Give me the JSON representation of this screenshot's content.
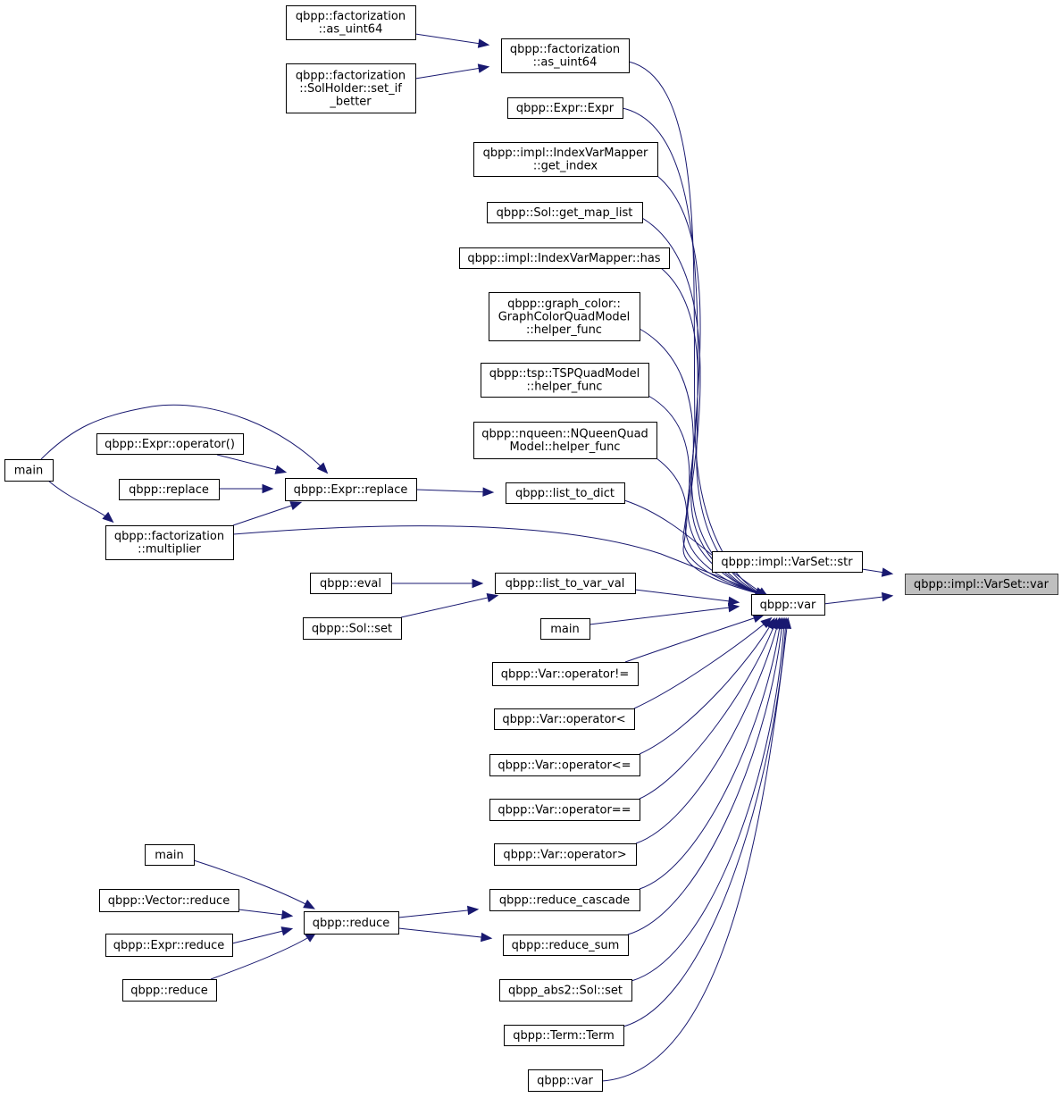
{
  "nodes": [
    {
      "id": "root",
      "lines": [
        "qbpp::impl::VarSet::var"
      ],
      "root": true
    },
    {
      "id": "var_main",
      "lines": [
        "qbpp::var"
      ]
    },
    {
      "id": "varset_str",
      "lines": [
        "qbpp::impl::VarSet::str"
      ]
    },
    {
      "id": "fact_as_uint64",
      "lines": [
        "qbpp::factorization",
        "::as_uint64"
      ]
    },
    {
      "id": "fact_as_uint64_2",
      "lines": [
        "qbpp::factorization",
        "::as_uint64"
      ]
    },
    {
      "id": "fact_set_if_better",
      "lines": [
        "qbpp::factorization",
        "::SolHolder::set_if",
        "_better"
      ]
    },
    {
      "id": "expr_expr",
      "lines": [
        "qbpp::Expr::Expr"
      ]
    },
    {
      "id": "ivm_get_index",
      "lines": [
        "qbpp::impl::IndexVarMapper",
        "::get_index"
      ]
    },
    {
      "id": "sol_get_map_list",
      "lines": [
        "qbpp::Sol::get_map_list"
      ]
    },
    {
      "id": "ivm_has",
      "lines": [
        "qbpp::impl::IndexVarMapper::has"
      ]
    },
    {
      "id": "gc_helper",
      "lines": [
        "qbpp::graph_color::",
        "GraphColorQuadModel",
        "::helper_func"
      ]
    },
    {
      "id": "tsp_helper",
      "lines": [
        "qbpp::tsp::TSPQuadModel",
        "::helper_func"
      ]
    },
    {
      "id": "nq_helper",
      "lines": [
        "qbpp::nqueen::NQueenQuad",
        "Model::helper_func"
      ]
    },
    {
      "id": "list_to_dict",
      "lines": [
        "qbpp::list_to_dict"
      ]
    },
    {
      "id": "expr_replace",
      "lines": [
        "qbpp::Expr::replace"
      ]
    },
    {
      "id": "expr_operator_call",
      "lines": [
        "qbpp::Expr::operator()"
      ]
    },
    {
      "id": "replace",
      "lines": [
        "qbpp::replace"
      ]
    },
    {
      "id": "main_1",
      "lines": [
        "main"
      ]
    },
    {
      "id": "fact_multiplier",
      "lines": [
        "qbpp::factorization",
        "::multiplier"
      ]
    },
    {
      "id": "list_to_var_val",
      "lines": [
        "qbpp::list_to_var_val"
      ]
    },
    {
      "id": "eval",
      "lines": [
        "qbpp::eval"
      ]
    },
    {
      "id": "sol_set",
      "lines": [
        "qbpp::Sol::set"
      ]
    },
    {
      "id": "main_2",
      "lines": [
        "main"
      ]
    },
    {
      "id": "var_ne",
      "lines": [
        "qbpp::Var::operator!="
      ]
    },
    {
      "id": "var_lt",
      "lines": [
        "qbpp::Var::operator<"
      ]
    },
    {
      "id": "var_le",
      "lines": [
        "qbpp::Var::operator<="
      ]
    },
    {
      "id": "var_eq",
      "lines": [
        "qbpp::Var::operator=="
      ]
    },
    {
      "id": "var_gt",
      "lines": [
        "qbpp::Var::operator>"
      ]
    },
    {
      "id": "reduce_cascade",
      "lines": [
        "qbpp::reduce_cascade"
      ]
    },
    {
      "id": "reduce_sum",
      "lines": [
        "qbpp::reduce_sum"
      ]
    },
    {
      "id": "reduce_main",
      "lines": [
        "qbpp::reduce"
      ]
    },
    {
      "id": "main_3",
      "lines": [
        "main"
      ]
    },
    {
      "id": "vector_reduce",
      "lines": [
        "qbpp::Vector::reduce"
      ]
    },
    {
      "id": "expr_reduce",
      "lines": [
        "qbpp::Expr::reduce"
      ]
    },
    {
      "id": "reduce_2",
      "lines": [
        "qbpp::reduce"
      ]
    },
    {
      "id": "abs2_sol_set",
      "lines": [
        "qbpp_abs2::Sol::set"
      ]
    },
    {
      "id": "term_term",
      "lines": [
        "qbpp::Term::Term"
      ]
    },
    {
      "id": "var_2",
      "lines": [
        "qbpp::var"
      ]
    }
  ],
  "edges": [
    {
      "from": "var_main",
      "to": "root"
    },
    {
      "from": "varset_str",
      "to": "root"
    },
    {
      "from": "fact_as_uint64",
      "to": "var_main"
    },
    {
      "from": "fact_as_uint64_2",
      "to": "fact_as_uint64"
    },
    {
      "from": "fact_set_if_better",
      "to": "fact_as_uint64"
    },
    {
      "from": "expr_expr",
      "to": "var_main"
    },
    {
      "from": "ivm_get_index",
      "to": "var_main"
    },
    {
      "from": "sol_get_map_list",
      "to": "var_main"
    },
    {
      "from": "ivm_has",
      "to": "var_main"
    },
    {
      "from": "gc_helper",
      "to": "var_main"
    },
    {
      "from": "tsp_helper",
      "to": "var_main"
    },
    {
      "from": "nq_helper",
      "to": "var_main"
    },
    {
      "from": "list_to_dict",
      "to": "var_main"
    },
    {
      "from": "expr_replace",
      "to": "list_to_dict"
    },
    {
      "from": "expr_operator_call",
      "to": "expr_replace"
    },
    {
      "from": "replace",
      "to": "expr_replace"
    },
    {
      "from": "main_1",
      "to": "expr_replace"
    },
    {
      "from": "main_1",
      "to": "fact_multiplier"
    },
    {
      "from": "fact_multiplier",
      "to": "expr_replace"
    },
    {
      "from": "fact_multiplier",
      "to": "var_main"
    },
    {
      "from": "list_to_var_val",
      "to": "var_main"
    },
    {
      "from": "eval",
      "to": "list_to_var_val"
    },
    {
      "from": "sol_set",
      "to": "list_to_var_val"
    },
    {
      "from": "main_2",
      "to": "var_main"
    },
    {
      "from": "var_ne",
      "to": "var_main"
    },
    {
      "from": "var_lt",
      "to": "var_main"
    },
    {
      "from": "var_le",
      "to": "var_main"
    },
    {
      "from": "var_eq",
      "to": "var_main"
    },
    {
      "from": "var_gt",
      "to": "var_main"
    },
    {
      "from": "reduce_cascade",
      "to": "var_main"
    },
    {
      "from": "reduce_sum",
      "to": "var_main"
    },
    {
      "from": "reduce_main",
      "to": "reduce_cascade"
    },
    {
      "from": "reduce_main",
      "to": "reduce_sum"
    },
    {
      "from": "main_3",
      "to": "reduce_main"
    },
    {
      "from": "vector_reduce",
      "to": "reduce_main"
    },
    {
      "from": "expr_reduce",
      "to": "reduce_main"
    },
    {
      "from": "reduce_2",
      "to": "reduce_main"
    },
    {
      "from": "abs2_sol_set",
      "to": "var_main"
    },
    {
      "from": "term_term",
      "to": "var_main"
    },
    {
      "from": "var_2",
      "to": "var_main"
    }
  ],
  "colors": {
    "edge": "#191970",
    "root_fill": "#bfbfbf",
    "node_fill": "#ffffff",
    "node_stroke": "#000000"
  }
}
